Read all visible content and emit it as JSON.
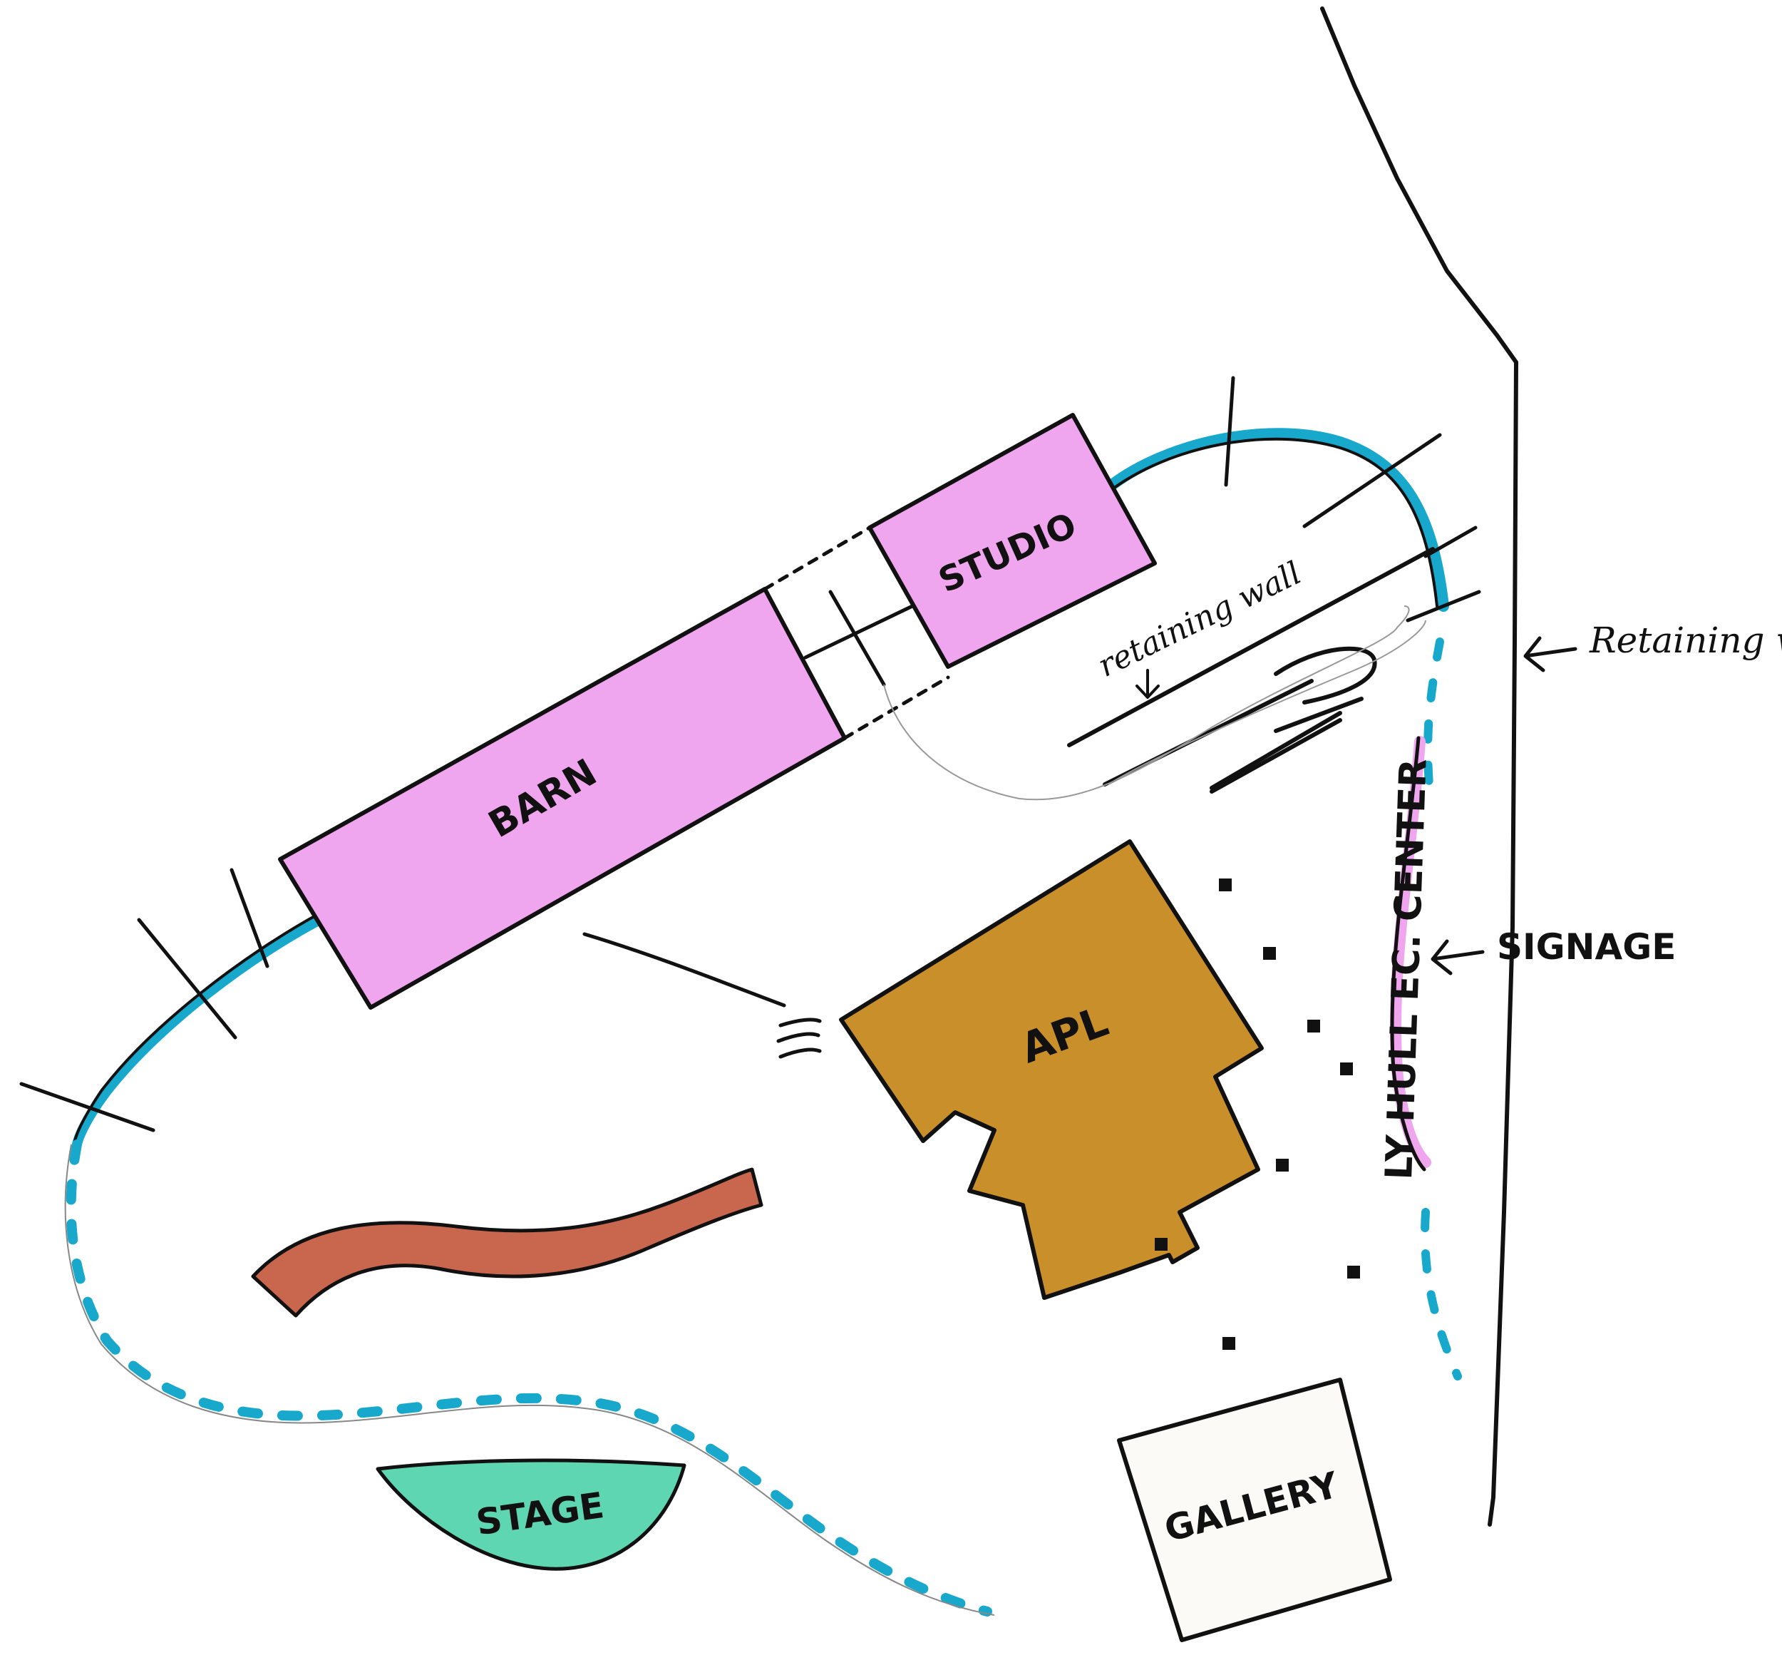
{
  "buildings": {
    "barn": "BARN",
    "studio": "STUDIO",
    "apl": "APL",
    "gallery": "GALLERY",
    "stage": "STAGE"
  },
  "annotations": {
    "retaining_wall_inner": "retaining wall",
    "retaining_wall_right": "Retaining wall",
    "signage": "SIGNAGE",
    "signage_text": "LY HULL EC. CENTER"
  },
  "colors": {
    "barn_studio": "#f0a6ee",
    "apl": "#c98f2a",
    "path": "#c9674e",
    "stage": "#5fd6b2",
    "path_blue": "#18a8cc",
    "gallery": "#fbfaf6"
  }
}
